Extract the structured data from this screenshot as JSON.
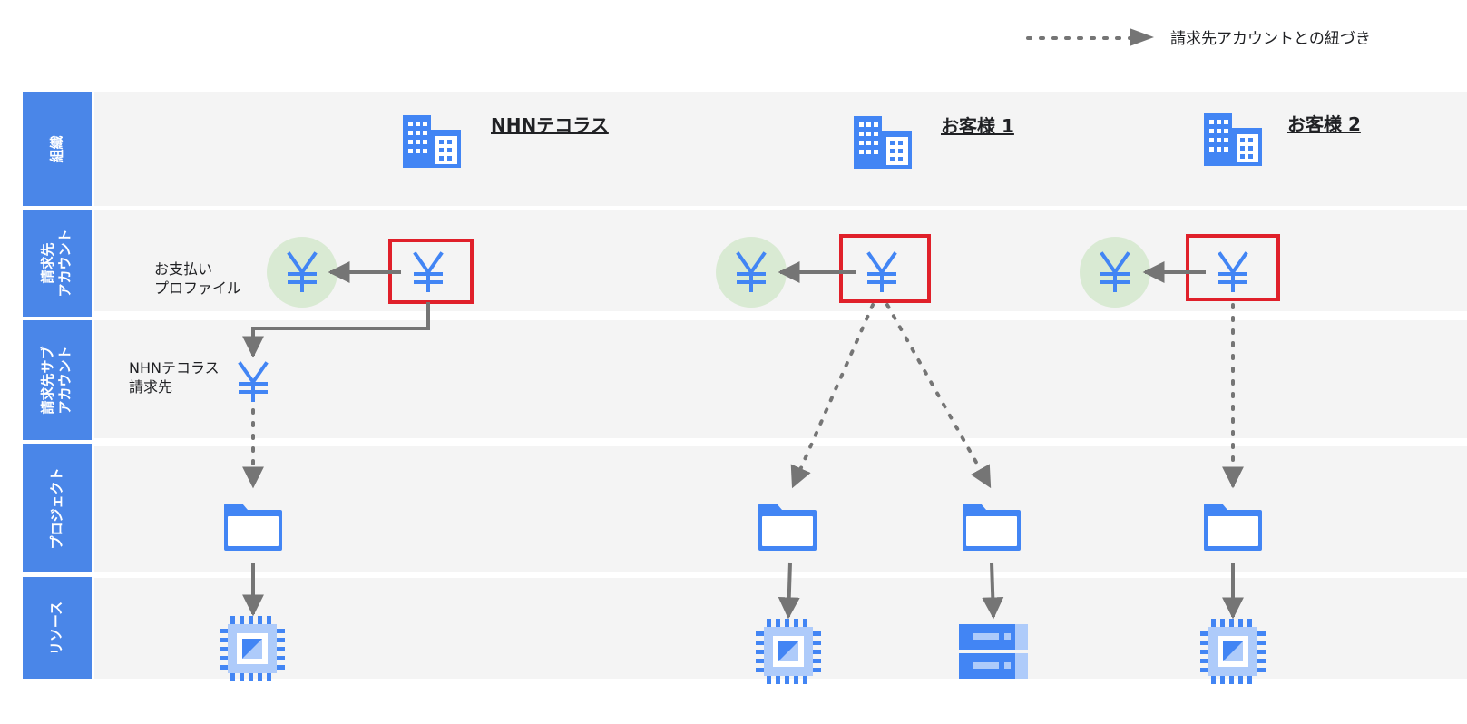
{
  "legend": {
    "label": "請求先アカウントとの紐づき"
  },
  "rows": [
    {
      "key": "org",
      "label": "組織"
    },
    {
      "key": "billing",
      "label": "請求先\nアカウント"
    },
    {
      "key": "subaccount",
      "label": "請求先サブ\nアカウント"
    },
    {
      "key": "project",
      "label": "プロジェクト"
    },
    {
      "key": "resource",
      "label": "リソース"
    }
  ],
  "organizations": [
    {
      "name": "NHNテコラス"
    },
    {
      "name": "お客様 1"
    },
    {
      "name": "お客様 2"
    }
  ],
  "notes": {
    "payment_profile": "お支払い\nプロファイル",
    "sub_billing": "NHNテコラス\n請求先"
  },
  "icons": {
    "building": "building-icon",
    "billing": "yen-icon",
    "payment_profile": "yen-circle-icon",
    "project": "folder-icon",
    "compute": "chip-icon",
    "storage": "storage-icon"
  },
  "colors": {
    "row_label_bg": "#4a86e8",
    "band_bg": "#f4f4f4",
    "icon_blue": "#4285f4",
    "icon_light_blue": "#aecbfa",
    "payment_circle": "#d9ead3",
    "highlight_red": "#e0202a",
    "arrow_gray": "#757575"
  }
}
